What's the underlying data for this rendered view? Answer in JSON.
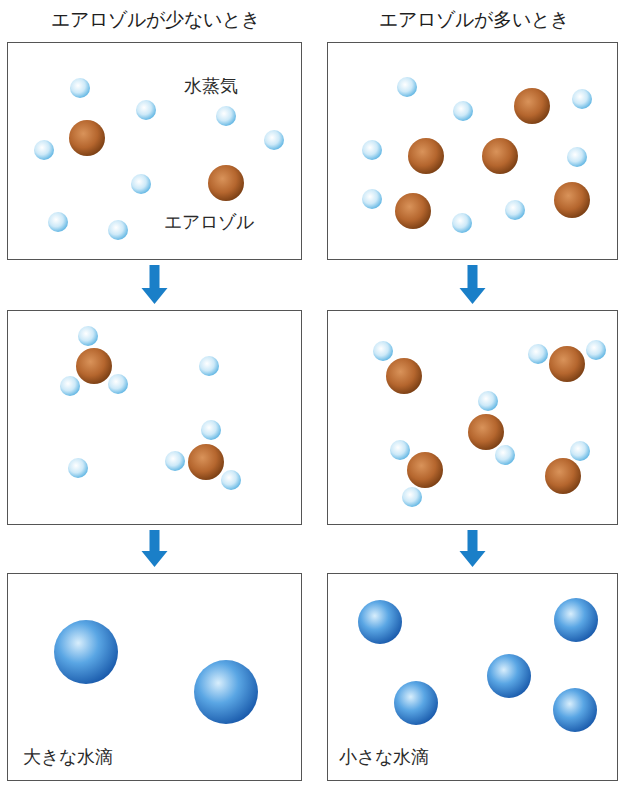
{
  "diagram": {
    "nodes": [
      {
        "text": [
          "エアロゾルが少ないとき",
          "水蒸気",
          "エアロゾル"
        ]
      },
      {
        "text": []
      },
      {
        "text": [
          "大きな水滴"
        ]
      },
      {
        "text": [
          "エアロゾルが多いとき"
        ]
      },
      {
        "text": []
      },
      {
        "text": [
          "小さな水滴"
        ]
      }
    ],
    "edges": [
      {
        "from": 0,
        "to": 1,
        "arrow": "to"
      },
      {
        "from": 1,
        "to": 2,
        "arrow": "to"
      },
      {
        "from": 3,
        "to": 4,
        "arrow": "to"
      },
      {
        "from": 4,
        "to": 5,
        "arrow": "to"
      }
    ]
  }
}
